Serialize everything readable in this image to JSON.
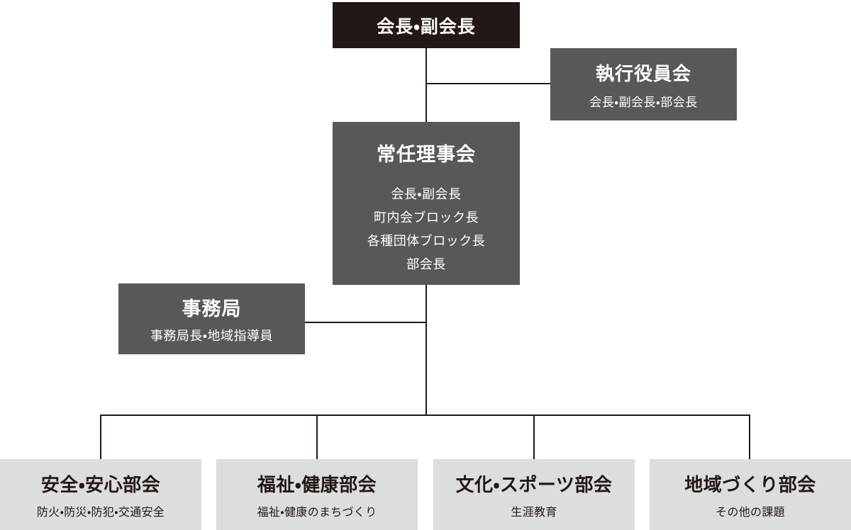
{
  "colors": {
    "chairman_box": "#231815",
    "gray_box": "#595757",
    "committee_box": "#dcdddd",
    "line": "#231815",
    "text_on_dark": "#ffffff",
    "text_on_light": "#231815"
  },
  "org_chart": {
    "chairman": {
      "title": "会長・副会長"
    },
    "executive_board": {
      "title": "執行役員会",
      "subtitle": "会長・副会長・部会長"
    },
    "standing_directors": {
      "title": "常任理事会",
      "members": [
        "会長・副会長",
        "町内会ブロック長",
        "各種団体ブロック長",
        "部会長"
      ]
    },
    "secretariat": {
      "title": "事務局",
      "subtitle": "事務局長・地域指導員"
    },
    "committees": [
      {
        "title": "安全・安心部会",
        "subtitle": "防火・防災・防犯・交通安全"
      },
      {
        "title": "福祉・健康部会",
        "subtitle": "福祉・健康のまちづくり"
      },
      {
        "title": "文化・スポーツ部会",
        "subtitle": "生涯教育"
      },
      {
        "title": "地域づくり部会",
        "subtitle": "その他の課題"
      }
    ]
  }
}
